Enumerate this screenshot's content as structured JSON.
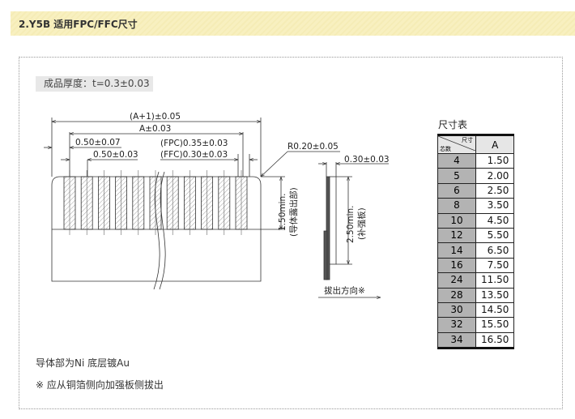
{
  "header": {
    "title": "2.Y5B 适用FPC/FFC尺寸"
  },
  "thickness": "成品厚度：t=0.3±0.03",
  "drawing": {
    "dim_total": "(A+1)±0.05",
    "dim_a": "A±0.03",
    "dim_pitch_edge": "0.50±0.07",
    "dim_pitch": "0.50±0.03",
    "dim_fpc": "(FPC)0.35±0.03",
    "dim_ffc": "(FFC)0.30±0.03",
    "radius": "R0.20±0.05",
    "exposed_len": "1.50min.",
    "exposed_label": "(导体露出部)",
    "side_thick": "0.30±0.03",
    "stiff_len": "2.50min.",
    "stiff_label": "(补强板)",
    "pull_dir": "拔出方向※"
  },
  "table": {
    "title": "尺寸表",
    "corner_top": "尺寸",
    "corner_bottom": "芯数",
    "col": "A",
    "rows": [
      [
        "4",
        "1.50"
      ],
      [
        "5",
        "2.00"
      ],
      [
        "6",
        "2.50"
      ],
      [
        "8",
        "3.50"
      ],
      [
        "10",
        "4.50"
      ],
      [
        "12",
        "5.50"
      ],
      [
        "14",
        "6.50"
      ],
      [
        "16",
        "7.50"
      ],
      [
        "24",
        "11.50"
      ],
      [
        "28",
        "13.50"
      ],
      [
        "30",
        "14.50"
      ],
      [
        "32",
        "15.50"
      ],
      [
        "34",
        "16.50"
      ]
    ]
  },
  "notes": [
    "导体部为Ni 底层镀Au",
    "※ 应从铜箔侧向加强板侧拔出"
  ]
}
